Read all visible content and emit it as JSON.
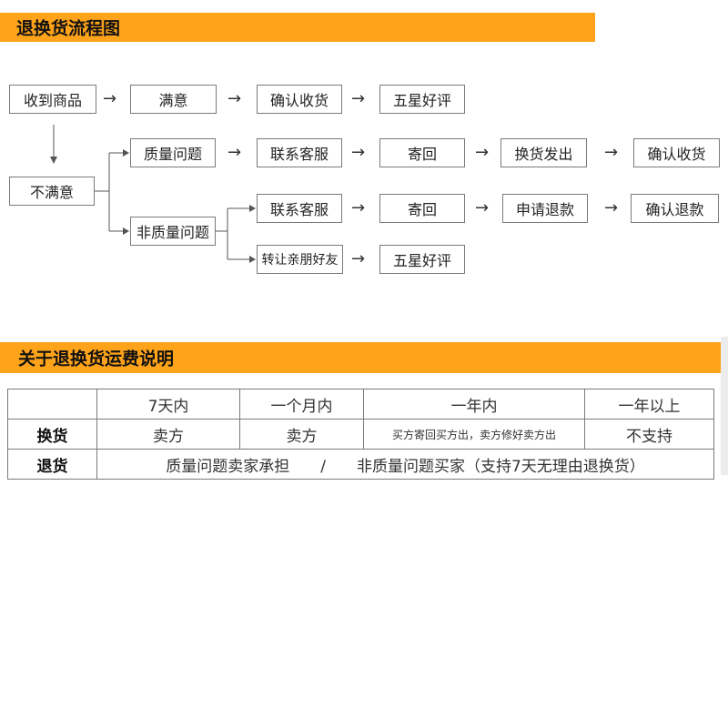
{
  "flow": {
    "title": "退换货流程图",
    "row1": [
      "收到商品",
      "满意",
      "确认收货",
      "五星好评"
    ],
    "dissatisfied": "不满意",
    "quality": {
      "label": "质量问题",
      "steps": [
        "联系客服",
        "寄回",
        "换货发出",
        "确认收货"
      ]
    },
    "non_quality": {
      "label": "非质量问题",
      "refund_steps": [
        "联系客服",
        "寄回",
        "申请退款",
        "确认退款"
      ],
      "transfer_steps": [
        "转让亲朋好友",
        "五星好评"
      ]
    },
    "arrow": "→",
    "down_arrow": "↓"
  },
  "fees": {
    "title": "关于退换货运费说明",
    "columns": [
      "",
      "7天内",
      "一个月内",
      "一年内",
      "一年以上"
    ],
    "exchange_row": {
      "label": "换货",
      "cells": [
        "卖方",
        "卖方",
        "买方寄回买方出，卖方修好卖方出",
        "不支持"
      ]
    },
    "return_row": {
      "label": "退货",
      "text": "质量问题卖家承担　　/　　非质量问题买家（支持7天无理由退换货）"
    }
  }
}
